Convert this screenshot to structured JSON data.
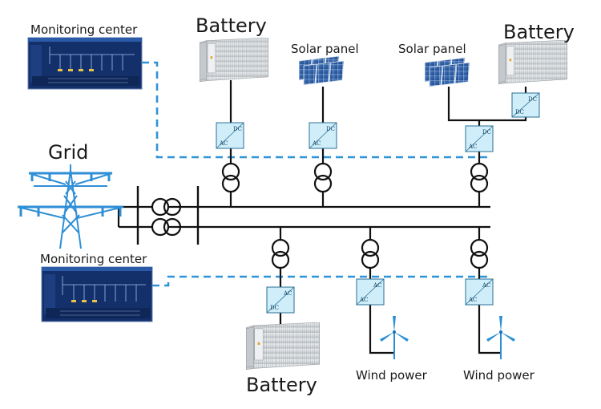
{
  "labels": {
    "grid": "Grid",
    "monitoring_top": "Monitoring center",
    "monitoring_bottom": "Monitoring center",
    "battery_top_left": "Battery",
    "battery_top_right": "Battery",
    "battery_bottom": "Battery",
    "solar_left": "Solar panel",
    "solar_right": "Solar panel",
    "wind_left": "Wind power",
    "wind_right": "Wind power"
  },
  "converters": {
    "battery_dcac": [
      "DC",
      "AC"
    ],
    "solar_dcac_left": [
      "DC",
      "AC"
    ],
    "solar_dcac_right": [
      "DC",
      "AC"
    ],
    "battery_dcdc": [
      "DC",
      "DC"
    ],
    "battery_acdc_bottom": [
      "AC",
      "DC"
    ],
    "wind_acac_left": [
      "AC",
      "AC"
    ],
    "wind_acac_right": [
      "AC",
      "AC"
    ]
  },
  "colors": {
    "tower": "#2f8fd6",
    "converter_fill": "#cfeefa",
    "converter_stroke": "#2a6f96",
    "dashed_link": "#2f93d8",
    "wire": "#111111",
    "screen_bg": "#13306b",
    "container_body": "#dfe3e6"
  },
  "icons": [
    "transmission-tower-icon",
    "container-battery-icon",
    "solar-panel-icon",
    "wind-turbine-icon",
    "transformer-icon",
    "converter-icon",
    "monitor-screen-icon"
  ]
}
